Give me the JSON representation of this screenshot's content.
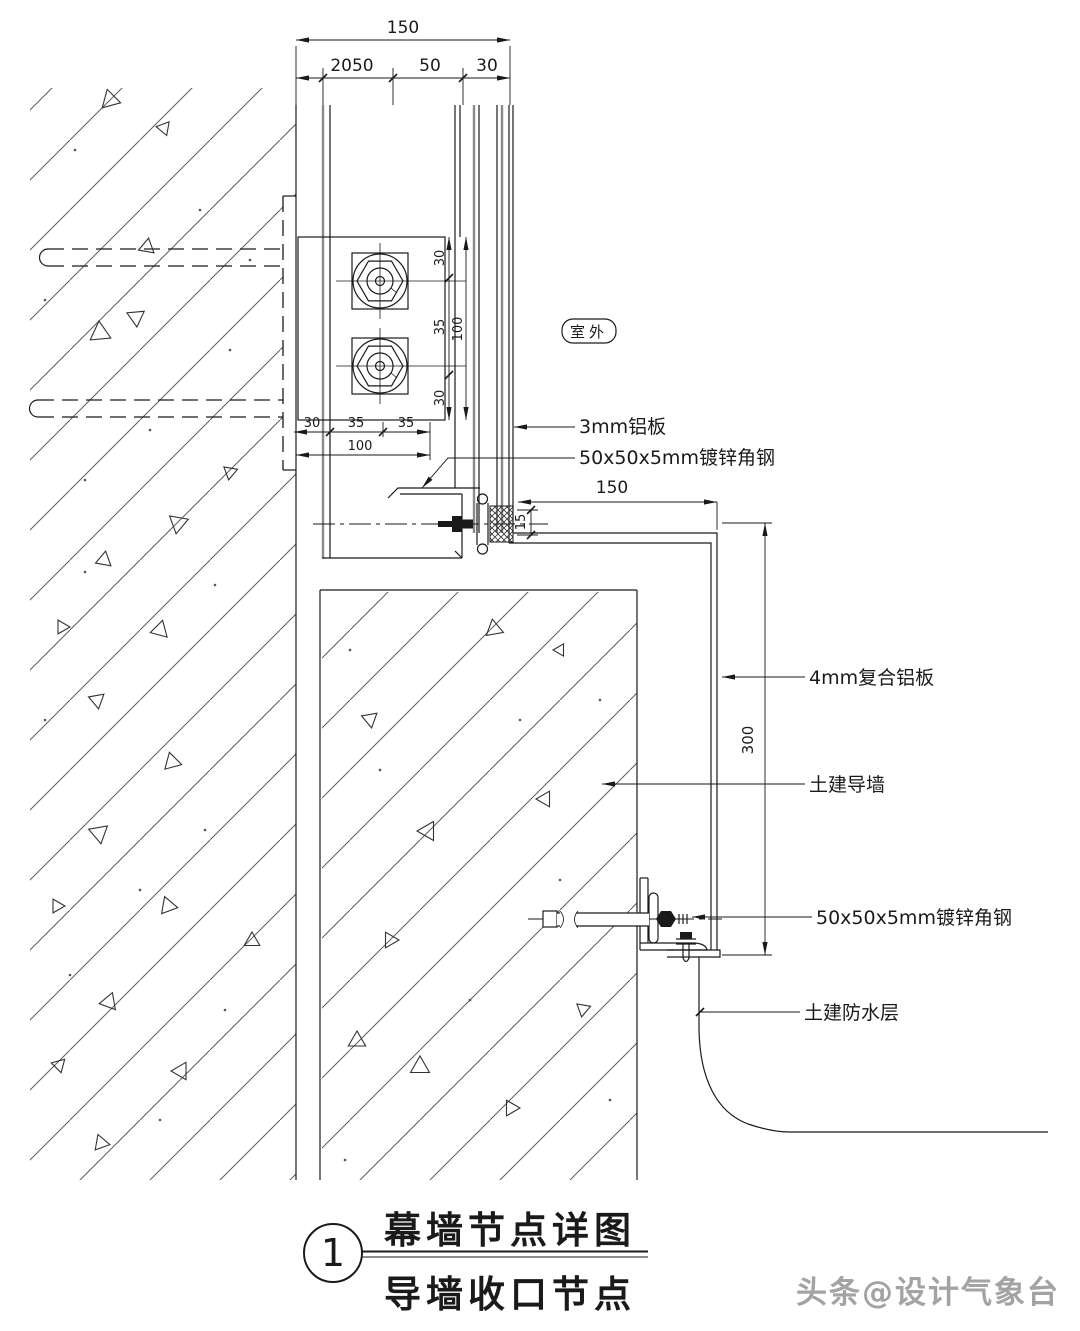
{
  "drawing": {
    "room_label": "室外",
    "labels": {
      "alum_3mm": "3mm铝板",
      "angle_top": "50x50x5mm镀锌角钢",
      "alum_4mm": "4mm复合铝板",
      "wall": "土建导墙",
      "angle_bottom": "50x50x5mm镀锌角钢",
      "waterproof": "土建防水层"
    },
    "dimensions": {
      "top_total": "150",
      "top_seg_1": "2050",
      "top_seg_2": "50",
      "top_seg_3": "30",
      "plate_col_1": "30",
      "plate_col_2": "35",
      "plate_col_3": "35",
      "plate_width": "100",
      "plate_row_1": "30",
      "plate_row_2": "35",
      "plate_row_3": "30",
      "plate_height": "100",
      "offset_150": "150",
      "offset_15": "15",
      "drop_300": "300"
    },
    "title": {
      "number": "1",
      "main": "幕墙节点详图",
      "sub": "导墙收口节点"
    },
    "watermark": "头条@设计气象台"
  }
}
